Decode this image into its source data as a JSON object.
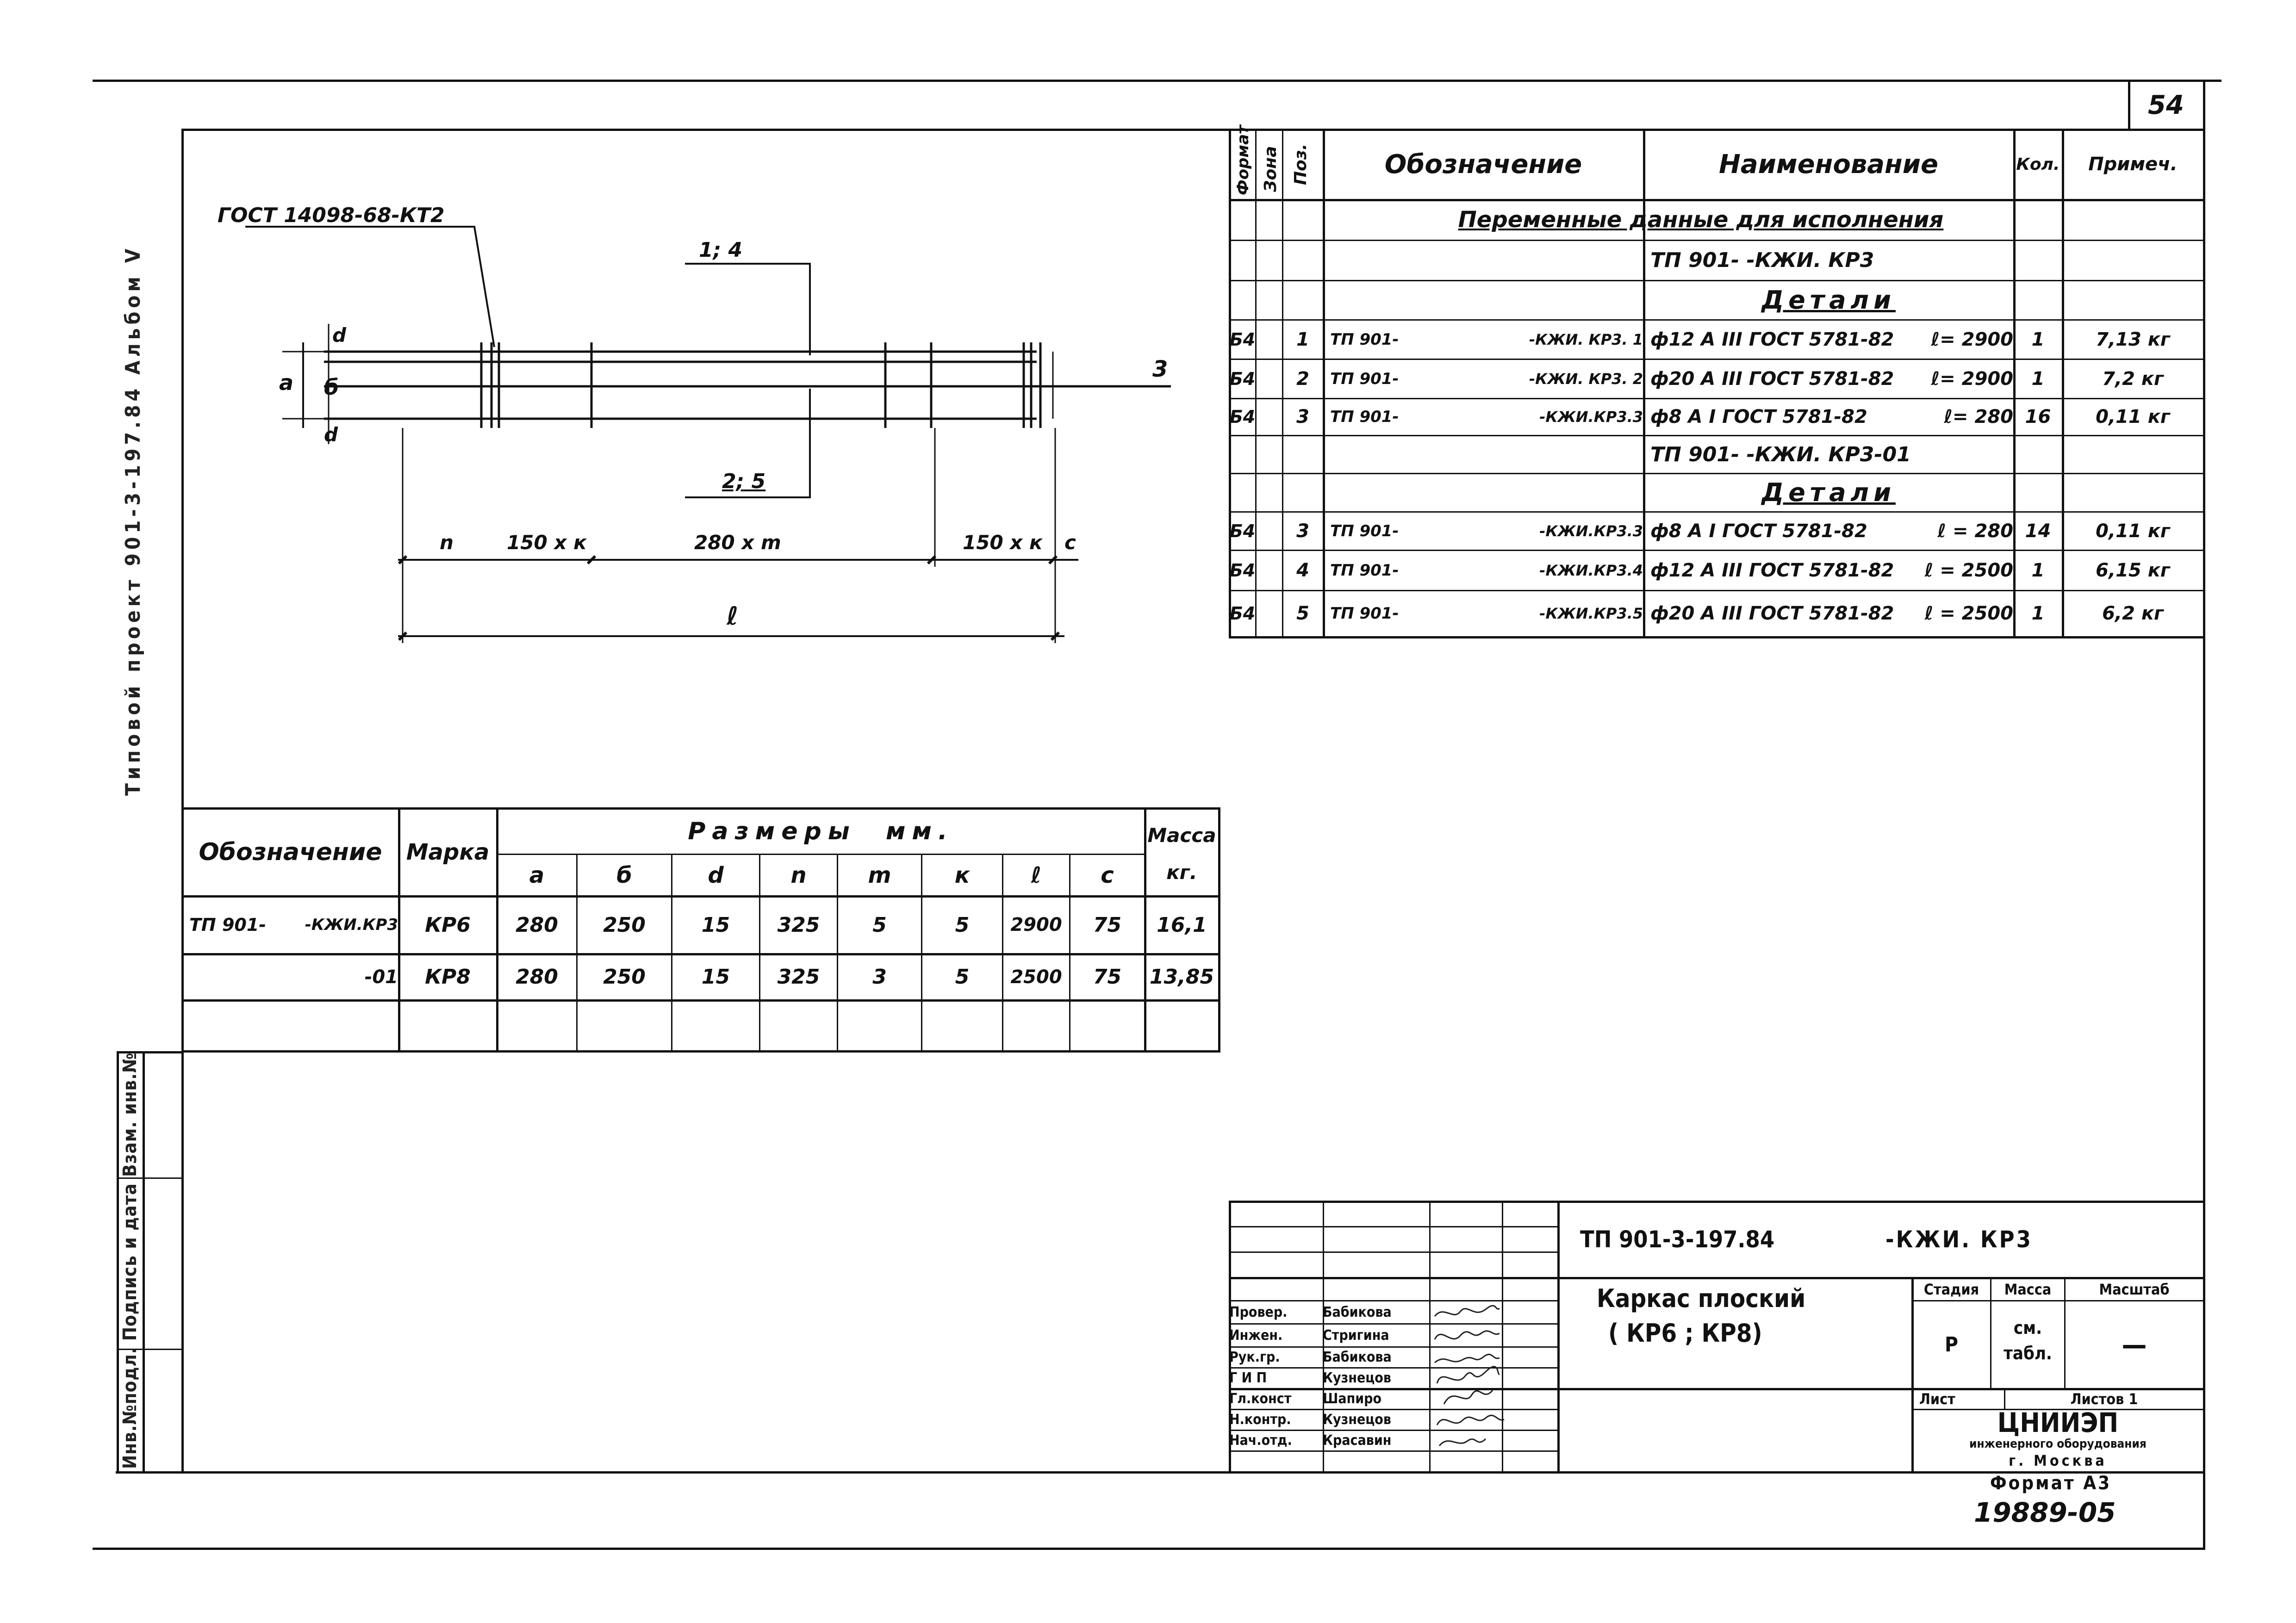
{
  "sheet": {
    "page_number": "54",
    "side_project_label": "Типовой проект 901-3-197.84 Альбом V",
    "side_sign_label": "Инв.№подл. Подпись и дата Взам. инв.№",
    "bottom_format": "Формат А3",
    "bottom_code": "19889-05"
  },
  "drawing": {
    "gost_label": "ГОСТ 14098-68-КТ2",
    "callout_1_4": "1; 4",
    "callout_2_5": "2; 5",
    "callout_3": "3",
    "dim_a": "a",
    "dim_b": "б",
    "dim_d1": "d",
    "dim_d2": "d",
    "dim_n": "n",
    "dim_150k_left": "150 x к",
    "dim_280m": "280 x m",
    "dim_150k_right": "150 x к",
    "dim_c": "с",
    "dim_l": "ℓ"
  },
  "spec": {
    "headers": {
      "format": "Формат",
      "zone": "Зона",
      "pos": "Поз.",
      "designation": "Обозначение",
      "name": "Наименование",
      "qty": "Кол.",
      "note": "Примеч."
    },
    "section_header": "Переменные данные для исполнения",
    "variants": [
      {
        "code": "ТП 901-       -КЖИ. КР3",
        "group": "Детали",
        "rows": [
          {
            "fmt": "Б4",
            "pos": "1",
            "des_a": "ТП 901-",
            "des_b": "-КЖИ. КР3. 1",
            "name": "ф12 А III ГОСТ 5781-82",
            "len": "ℓ= 2900",
            "qty": "1",
            "note": "7,13 кг"
          },
          {
            "fmt": "Б4",
            "pos": "2",
            "des_a": "ТП 901-",
            "des_b": "-КЖИ. КР3. 2",
            "name": "ф20 А III ГОСТ 5781-82",
            "len": "ℓ= 2900",
            "qty": "1",
            "note": "7,2 кг"
          },
          {
            "fmt": "Б4",
            "pos": "3",
            "des_a": "ТП 901-",
            "des_b": "-КЖИ.КР3.3",
            "name": "ф8 А I ГОСТ 5781-82",
            "len": "ℓ= 280",
            "qty": "16",
            "note": "0,11 кг"
          }
        ]
      },
      {
        "code": "ТП 901-       -КЖИ. КР3-01",
        "group": "Детали",
        "rows": [
          {
            "fmt": "Б4",
            "pos": "3",
            "des_a": "ТП 901-",
            "des_b": "-КЖИ.КР3.3",
            "name": "ф8 А I ГОСТ 5781-82",
            "len": "ℓ = 280",
            "qty": "14",
            "note": "0,11 кг"
          },
          {
            "fmt": "Б4",
            "pos": "4",
            "des_a": "ТП 901-",
            "des_b": "-КЖИ.КР3.4",
            "name": "ф12 А III ГОСТ 5781-82",
            "len": "ℓ = 2500",
            "qty": "1",
            "note": "6,15 кг"
          },
          {
            "fmt": "Б4",
            "pos": "5",
            "des_a": "ТП 901-",
            "des_b": "-КЖИ.КР3.5",
            "name": "ф20 А III ГОСТ 5781-82",
            "len": "ℓ = 2500",
            "qty": "1",
            "note": "6,2 кг"
          }
        ]
      }
    ]
  },
  "dims_table": {
    "h_designation": "Обозначение",
    "h_mark": "Марка",
    "h_sizes": "Размеры  мм.",
    "h_mass": "Масса",
    "h_mass_unit": "кг.",
    "columns": [
      "a",
      "б",
      "d",
      "n",
      "m",
      "к",
      "ℓ",
      "с"
    ],
    "rows": [
      {
        "des_a": "ТП 901-",
        "des_b": "-КЖИ.КР3",
        "mark": "КР6",
        "vals": [
          "280",
          "250",
          "15",
          "325",
          "5",
          "5",
          "2900",
          "75"
        ],
        "mass": "16,1"
      },
      {
        "des_a": "",
        "des_b": "-01",
        "mark": "КР8",
        "vals": [
          "280",
          "250",
          "15",
          "325",
          "3",
          "5",
          "2500",
          "75"
        ],
        "mass": "13,85"
      }
    ]
  },
  "title_block": {
    "doc_code": "ТП 901-3-197.84",
    "doc_suffix": "-КЖИ. КР3",
    "title_line1": "Каркас плоский",
    "title_line2": "( КР6 ; КР8)",
    "stage_label": "Стадия",
    "mass_label": "Масса",
    "scale_label": "Масштаб",
    "stage_value": "Р",
    "mass_value_1": "см.",
    "mass_value_2": "табл.",
    "scale_value": "—",
    "sheet_label": "Лист",
    "sheets_label": "Листов 1",
    "org_name": "ЦНИИЭП",
    "org_line2": "инженерного оборудования",
    "org_city": "г. Москва",
    "signatures": [
      {
        "role": "Провер.",
        "name": "Бабикова"
      },
      {
        "role": "Инжен.",
        "name": "Стригина"
      },
      {
        "role": "Рук.гр.",
        "name": "Бабикова"
      },
      {
        "role": "Г И П",
        "name": "Кузнецов"
      },
      {
        "role": "Гл.конст",
        "name": "Шапиро"
      },
      {
        "role": "Н.контр.",
        "name": "Кузнецов"
      },
      {
        "role": "Нач.отд.",
        "name": "Красавин"
      }
    ]
  }
}
